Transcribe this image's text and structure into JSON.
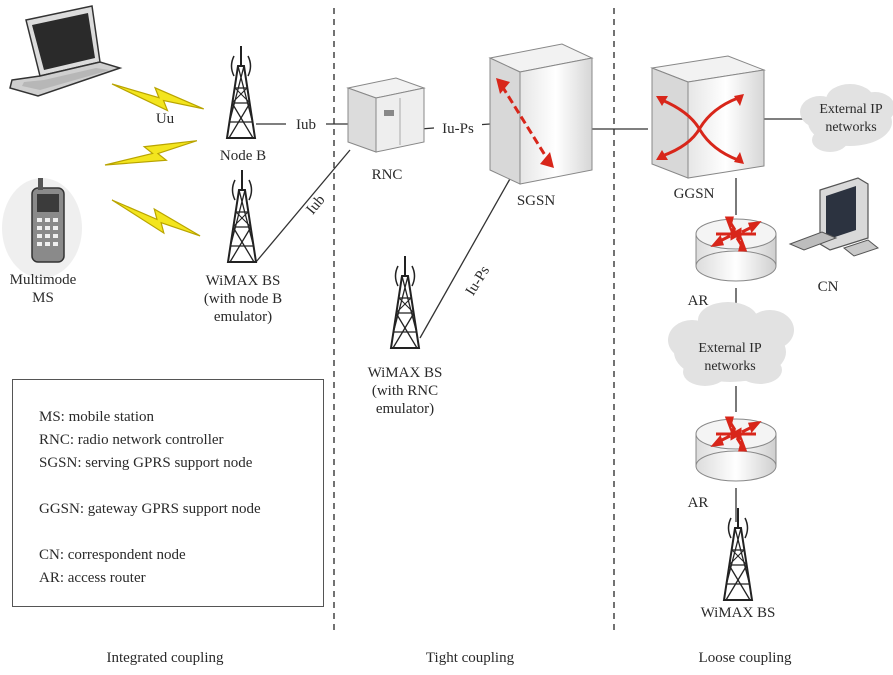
{
  "links": {
    "uu": "Uu",
    "iub_top": "Iub",
    "iub_low": "Iub",
    "iu_ps_top": "Iu-Ps",
    "iu_ps_low": "Iu-Ps"
  },
  "nodes": {
    "node_b": "Node B",
    "multimode_ms": [
      "Multimode",
      "MS"
    ],
    "wimax_bs_1": [
      "WiMAX BS",
      "(with node B",
      "emulator)"
    ],
    "rnc": "RNC",
    "sgsn": "SGSN",
    "wimax_bs_2": [
      "WiMAX BS",
      "(with RNC",
      "emulator)"
    ],
    "ggsn": "GGSN",
    "external_ip_1": [
      "External IP",
      "networks"
    ],
    "cn": "CN",
    "ar_1": "AR",
    "external_ip_2": [
      "External IP",
      "networks"
    ],
    "ar_2": "AR",
    "wimax_bs_3": "WiMAX BS"
  },
  "legend": [
    "MS: mobile station",
    "RNC: radio network controller",
    "SGSN: serving GPRS support node",
    "GGSN: gateway GPRS support node",
    "CN: correspondent node",
    "AR: access router"
  ],
  "sections": {
    "integrated": "Integrated coupling",
    "tight": "Tight coupling",
    "loose": "Loose coupling"
  },
  "colors": {
    "line": "#333333",
    "lightning_fill": "#f3e51e",
    "arrow_red": "#d8261a",
    "box_face": "#f0f0f0",
    "cloud": "#e2e2e2"
  }
}
